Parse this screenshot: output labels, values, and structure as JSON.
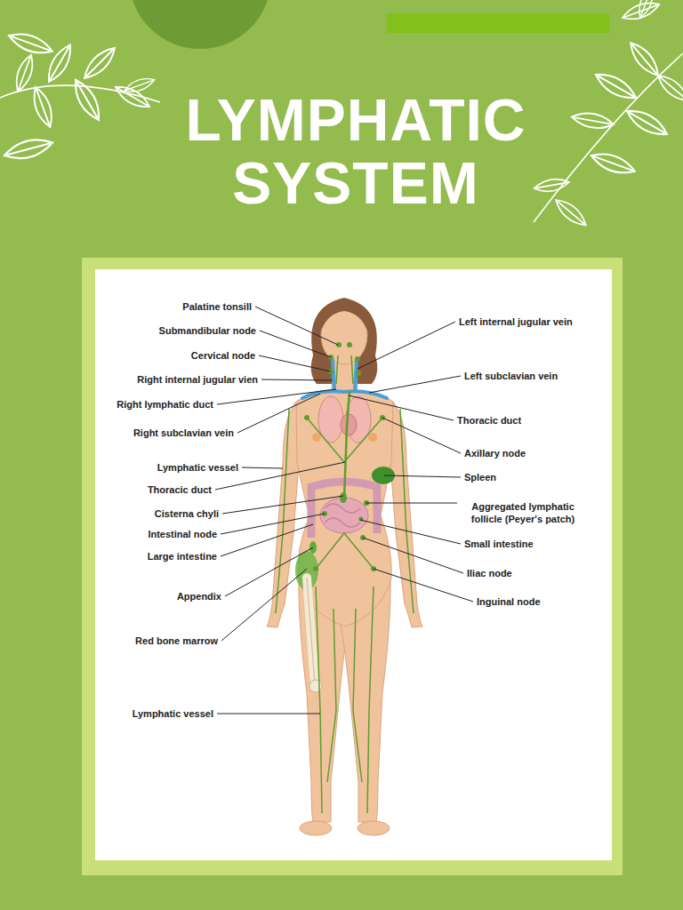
{
  "diagram": {
    "title": "LYMPHATIC SYSTEM",
    "labels": [
      "Palatine tonsill",
      "Submandibular node",
      "Cervical node",
      "Right internal jugular vien",
      "Right lymphatic duct",
      "Right subclavian vein",
      "Lymphatic vessel",
      "Thoracic duct",
      "Cisterna chyli",
      "Intestinal node",
      "Large intestine",
      "Appendix",
      "Red bone marrow",
      "Lymphatic vessel",
      "Left internal jugular vein",
      "Left subclavian vein",
      "Thoracic duct",
      "Axillary node",
      "Spleen",
      "Aggregated lymphatic follicle (Peyer's patch)",
      "Small intestine",
      "Iliac node",
      "Inguinal node"
    ]
  }
}
